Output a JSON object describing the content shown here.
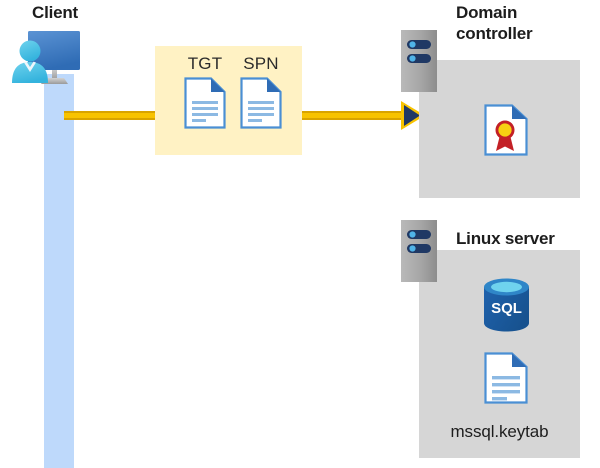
{
  "diagram": {
    "title_client": "Client",
    "title_domain_controller": "Domain\ncontroller",
    "title_linux_server": "Linux server",
    "keytab_file_label": "mssql.keytab",
    "tickets": [
      {
        "label": "TGT",
        "icon": "document-icon"
      },
      {
        "label": "SPN",
        "icon": "document-icon"
      }
    ],
    "domain_controller_contents": [
      {
        "icon": "certificate-document-icon"
      }
    ],
    "linux_server_contents": [
      {
        "icon": "sql-database-icon",
        "label": "SQL"
      },
      {
        "icon": "document-icon"
      }
    ],
    "flow": {
      "direction": "client-to-domain-controller",
      "arrow_icon": "arrow-right-icon"
    },
    "colors": {
      "highlight_panel": "#fff2c4",
      "flow_line": "#f8c300",
      "flow_line_border": "#d9a400",
      "server_box": "#d6d6d6",
      "lifeline": "#bed9fb",
      "title_text": "#1d1d1d",
      "document_blue": "#4a8fd4",
      "sql_blue": "#1f62ad",
      "rack_gray": "#a6a6a6",
      "rack_led": "#1f3864"
    }
  }
}
